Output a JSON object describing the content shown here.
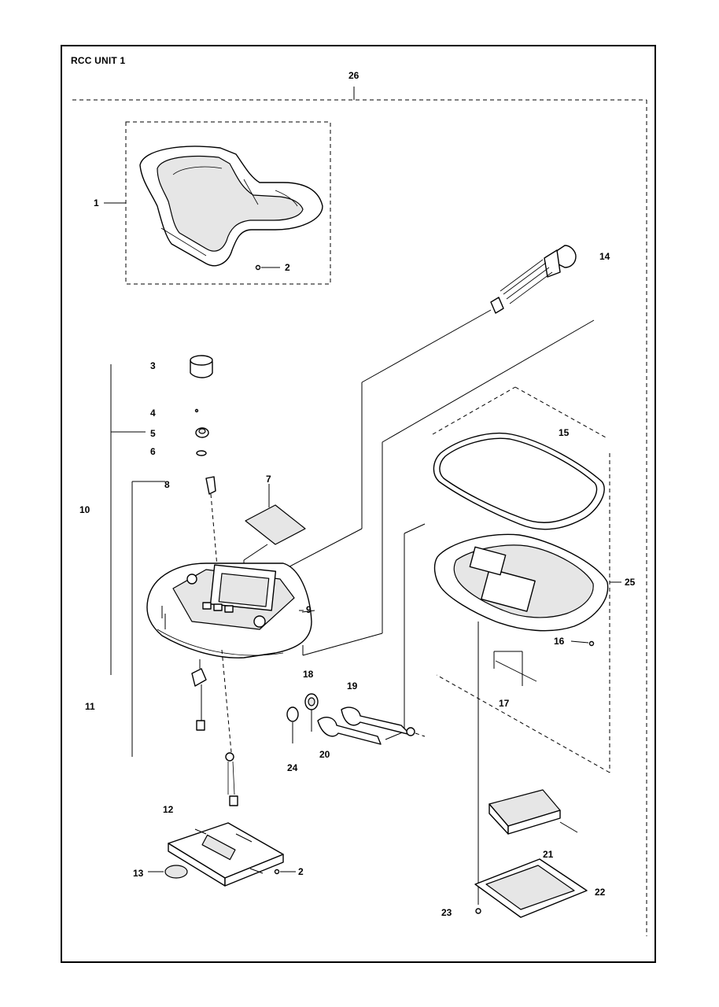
{
  "title": "RCC UNIT 1",
  "labels": {
    "l1": "1",
    "l2a": "2",
    "l2b": "2",
    "l3": "3",
    "l4": "4",
    "l5": "5",
    "l6": "6",
    "l7": "7",
    "l8": "8",
    "l9": "9",
    "l10": "10",
    "l11": "11",
    "l12": "12",
    "l13": "13",
    "l14": "14",
    "l15": "15",
    "l16": "16",
    "l17": "17",
    "l18": "18",
    "l19": "19",
    "l20": "20",
    "l21": "21",
    "l22": "22",
    "l23": "23",
    "l24": "24",
    "l25": "25",
    "l26": "26"
  }
}
